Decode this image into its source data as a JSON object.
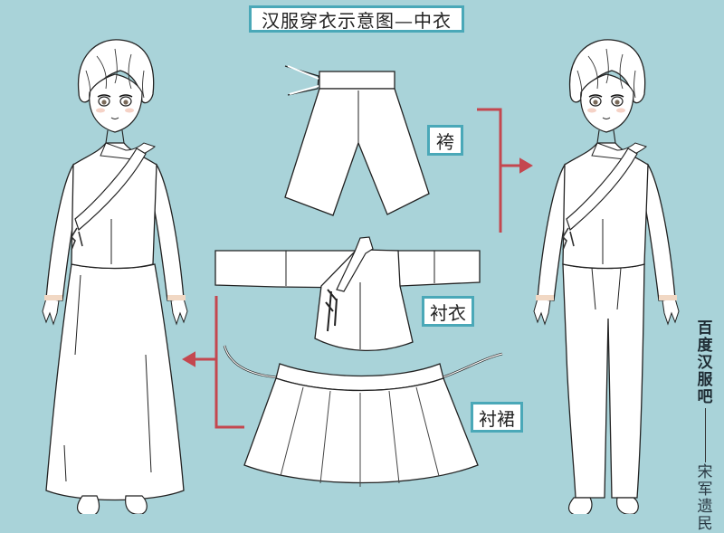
{
  "title": "汉服穿衣示意图—中衣",
  "labels": {
    "pants": "袴",
    "shirt": "衬衣",
    "skirt": "衬裙"
  },
  "signature": {
    "source": [
      "百",
      "度",
      "汉",
      "服",
      "吧"
    ],
    "author": [
      "宋",
      "军",
      "遗",
      "民"
    ]
  },
  "figures": [
    {
      "id": "left-figure",
      "outfit": "shirt-and-skirt"
    },
    {
      "id": "right-figure",
      "outfit": "shirt-and-pants"
    }
  ],
  "arrows": [
    {
      "id": "arrow-to-right",
      "direction": "right",
      "groups": [
        "pants",
        "shirt"
      ]
    },
    {
      "id": "arrow-to-left",
      "direction": "left",
      "groups": [
        "shirt",
        "skirt"
      ]
    }
  ],
  "colors": {
    "background": "#a9d3d9",
    "label_border": "#4aa8b8",
    "arrow": "#c4474f",
    "line_art": "#222222"
  }
}
